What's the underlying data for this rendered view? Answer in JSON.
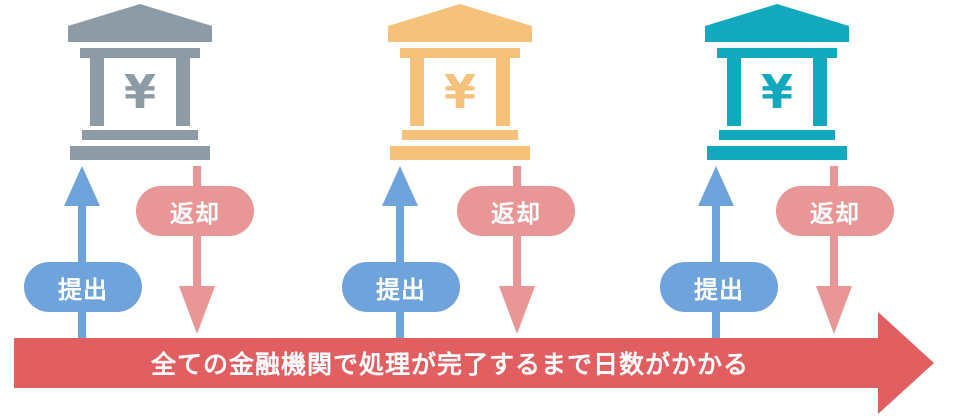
{
  "banks": [
    {
      "color": "#8d9ba6",
      "symbol": "¥"
    },
    {
      "color": "#f6c27b",
      "symbol": "¥"
    },
    {
      "color": "#12a9bf",
      "symbol": "¥"
    }
  ],
  "submit_label": "提出",
  "return_label": "返却",
  "banner": {
    "text": "全ての金融機関で処理が完了するまで日数がかかる",
    "color": "#e15f61"
  },
  "colors": {
    "submit_arrow": "#6fa3db",
    "return_arrow": "#e89796"
  }
}
